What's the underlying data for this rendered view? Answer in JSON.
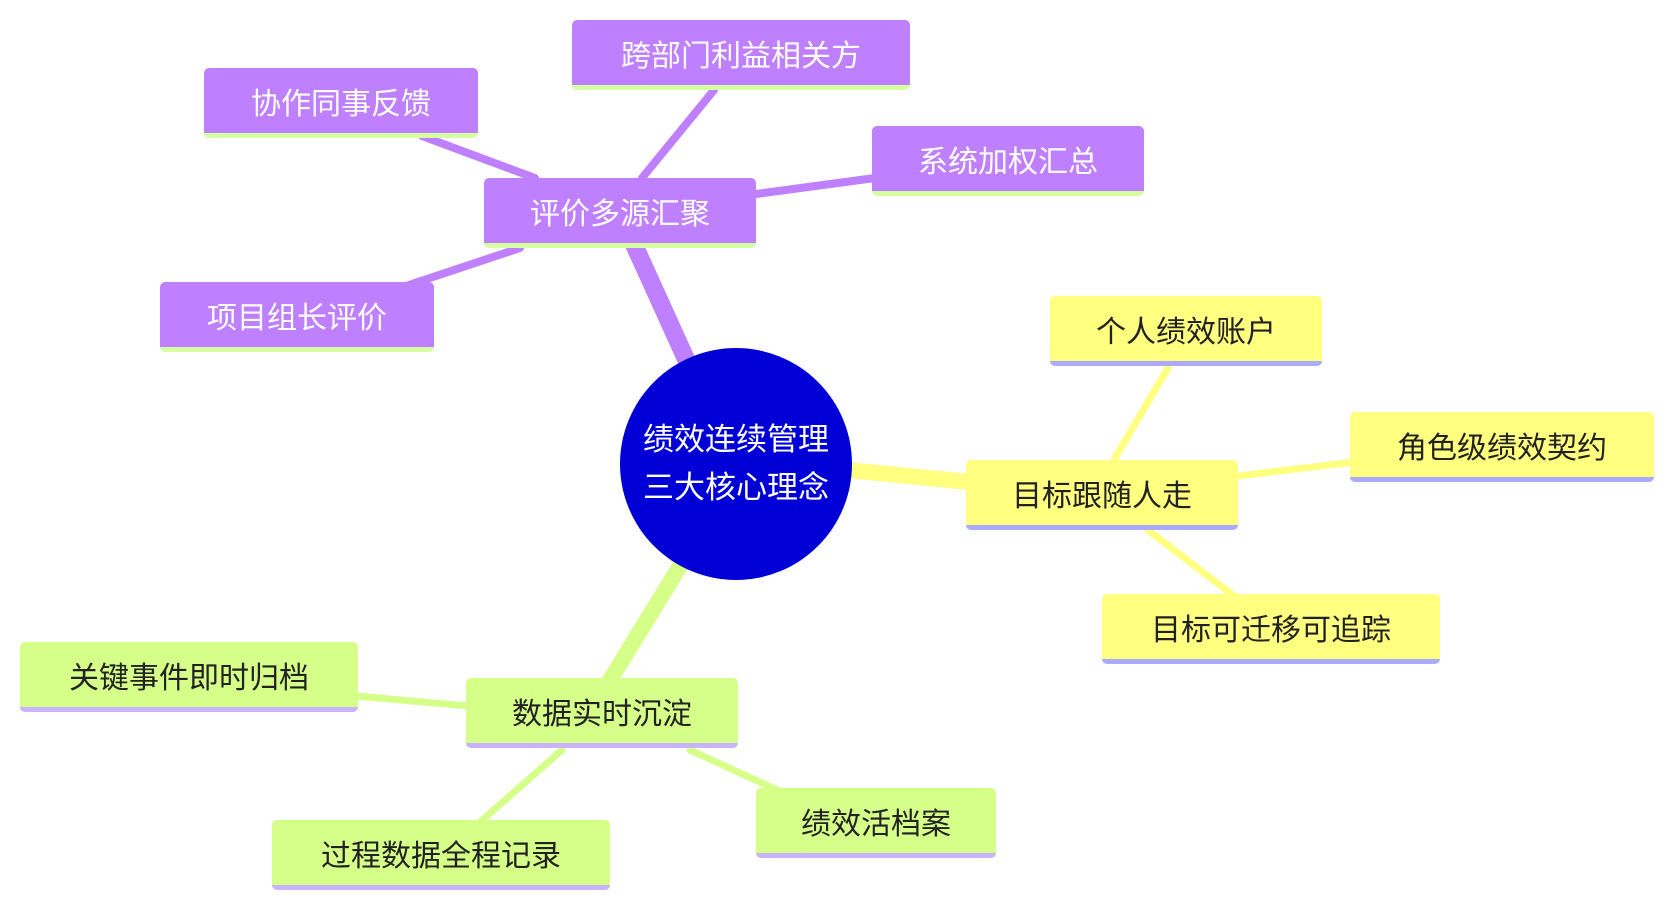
{
  "root": {
    "line1": "绩效连续管理",
    "line2": "三大核心理念"
  },
  "branches": {
    "evaluation": {
      "label": "评价多源汇聚",
      "children": [
        "协作同事反馈",
        "跨部门利益相关方",
        "系统加权汇总",
        "项目组长评价"
      ]
    },
    "goals": {
      "label": "目标跟随人走",
      "children": [
        "个人绩效账户",
        "角色级绩效契约",
        "目标可迁移可追踪"
      ]
    },
    "data": {
      "label": "数据实时沉淀",
      "children": [
        "关键事件即时归档",
        "过程数据全程记录",
        "绩效活档案"
      ]
    }
  },
  "colors": {
    "root": "#0000d6",
    "evaluation": "#bf80ff",
    "goals": "#ffff80",
    "data": "#d6ff8a"
  }
}
